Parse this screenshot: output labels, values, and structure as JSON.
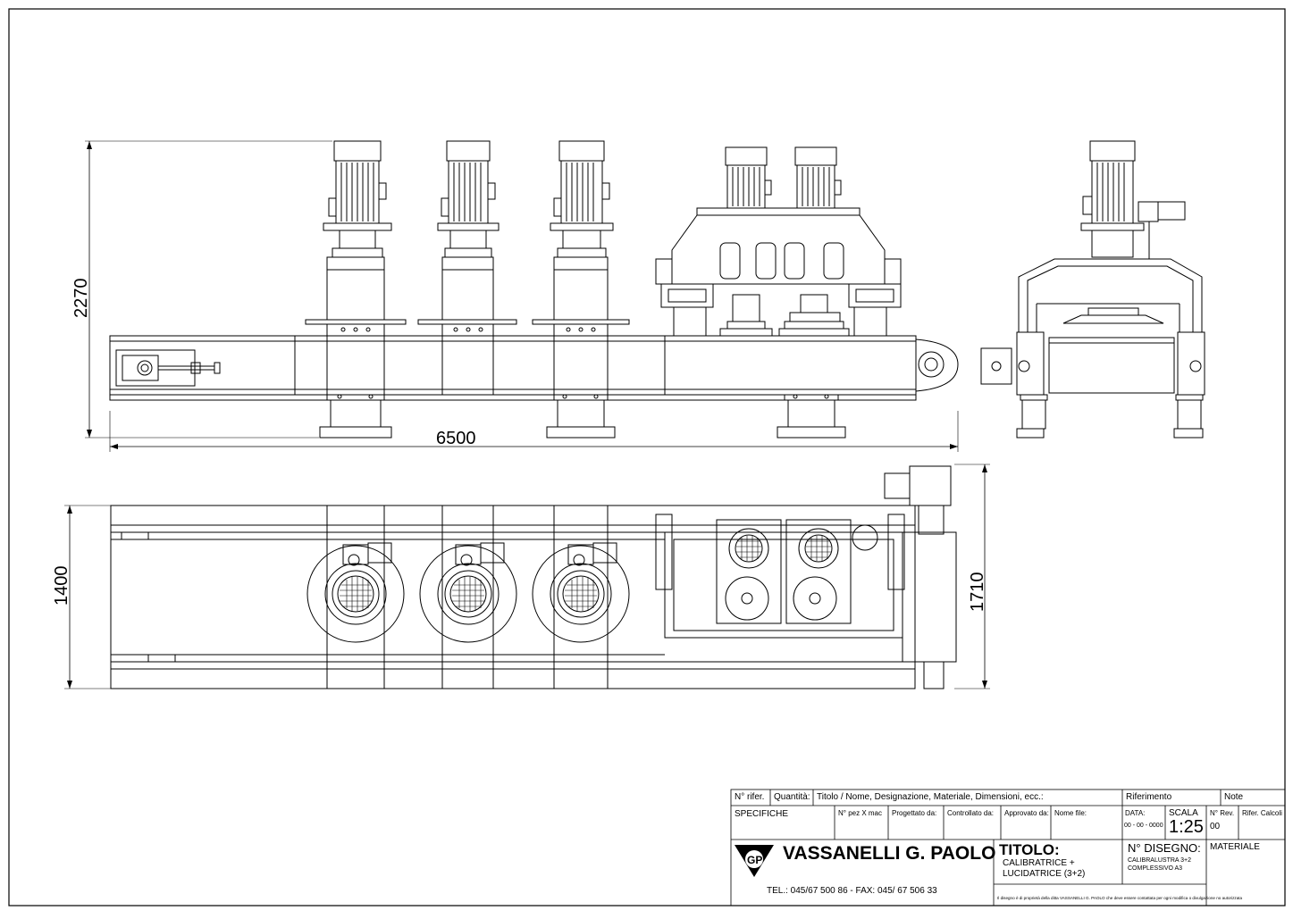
{
  "dimensions": {
    "height_side": "2270",
    "length_side": "6500",
    "width_top": "1400",
    "width_total": "1710"
  },
  "title_block": {
    "row1": {
      "rif": "N° rifer.",
      "quantita": "Quantità:",
      "titolo_nome": "Titolo / Nome, Designazione, Materiale, Dimensioni, ecc.:",
      "riferimento": "Riferimento",
      "note": "Note"
    },
    "row2": {
      "specifiche": "SPECIFICHE",
      "pez_mac": "N° pez X mac",
      "progettato": "Progettato da:",
      "controllato": "Controllato da:",
      "approvato": "Approvato da:",
      "nome_file": "Nome file:",
      "data_label": "DATA:",
      "data_value": "00 - 00 - 0000",
      "scala_label": "SCALA",
      "scala_value": "1:25",
      "rev_label": "N° Rev.",
      "rev_value": "00",
      "calcoli": "Rifer. Calcoli"
    },
    "company": {
      "name": "VASSANELLI G. PAOLO",
      "logo_letters": "GP",
      "contact": "TEL.: 045/67 500 86 - FAX: 045/ 67 506 33"
    },
    "titolo": {
      "label": "TITOLO:",
      "line1": "CALIBRATRICE +",
      "line2": "LUCIDATRICE (3+2)"
    },
    "disegno": {
      "label": "N° DISEGNO:",
      "line1": "CALIBRALUSTRA 3+2",
      "line2": "COMPLESSIVO A3"
    },
    "materiale": "MATERIALE",
    "disclaimer": "Il disegno è di proprietà della ditta VASSANELLI G. PAOLO che deve essere contattata per ogni modifica o divulgazione no autorizzata"
  }
}
